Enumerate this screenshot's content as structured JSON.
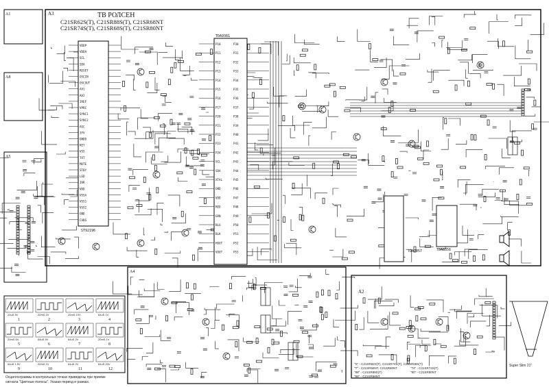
{
  "title": {
    "line1": "ТВ РОЛСЕН",
    "line2": "C21SR62S(T), C21SR88S(T), C21SR68NT",
    "line3": "C21SR74S(T), C21SR68S(T), C21SR80NT"
  },
  "blocks": {
    "a3": "A3",
    "a1": "A1",
    "a2": "A2",
    "a8": "A8",
    "a5": "A5",
    "a4": "A4"
  },
  "chips": {
    "main_ic": "ST92196",
    "sp_ic": "TDA9381",
    "audio_ic": "TDA7057",
    "supply_ic": "TDA8356"
  },
  "signal_table": {
    "labels": [
      "1",
      "2",
      "3",
      "4",
      "5",
      "6",
      "7",
      "8",
      "9",
      "10",
      "11",
      "12"
    ],
    "captions": [
      "20uS 5V",
      "20mS 2V",
      "20mS 10V",
      "64uS 1V",
      "20mS 5V",
      "64uS 5V",
      "64uS 2V",
      "20mS 1V",
      "64uS 1.5V",
      "20mS 1V",
      "64uS 2V",
      "64uS 20V"
    ]
  },
  "footnote": {
    "line1": "Осциллограммы в контрольных точках приведены при приеме",
    "line2": "сигнала \"Цветные полосы\". Указан период и размах."
  },
  "legend": {
    "row1": "\"S\" - C21SR62S(T), C21SR74S(T), C21SR68S(T)",
    "row2": "\"T\" - C21SR68NT, C21SR80NT",
    "row3": "\"88\" - C21SR88S(T)",
    "row4": "\"74\" - C21SR74S(T)",
    "row5": "\"80\" - C21SR80NT",
    "row6": "\"68\" - C21SR68NT"
  },
  "crt_label": "Super Slim 21\"",
  "pin_labels_left": [
    "VDDP",
    "VDDA",
    "SCL",
    "SDA",
    "RESET",
    "OSCIN",
    "OSCOUT",
    "AV1",
    "AV2",
    "IREF",
    "VPRC",
    "SYNC1",
    "SYNC2",
    "AGC",
    "IFV",
    "GNDD",
    "KEY",
    "VSS",
    "TXT",
    "MUTE",
    "STBY",
    "LED",
    "IRR",
    "VDD",
    "VSSA",
    "VSS1",
    "VSS2",
    "GND",
    "CVBS"
  ],
  "pin_labels_right": [
    "P10",
    "P11",
    "P12",
    "P13",
    "P14",
    "P15",
    "P16",
    "P17",
    "P20",
    "P21",
    "P22",
    "P23",
    "P24",
    "SCL",
    "SDA",
    "XTAL",
    "GND",
    "VDD",
    "RED",
    "GRN",
    "BLU",
    "BLK",
    "HOUT",
    "VOUT"
  ]
}
